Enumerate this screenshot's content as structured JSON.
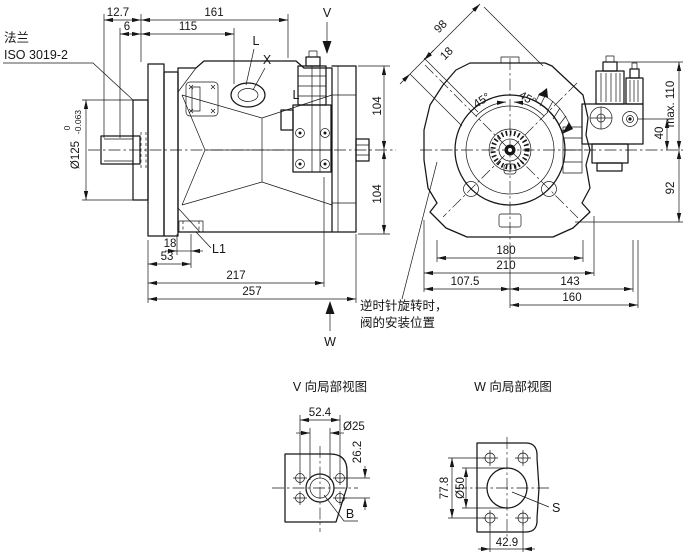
{
  "colors": {
    "ink": "#161616",
    "background": "#ffffff"
  },
  "side_view": {
    "flange_note": {
      "line1": "法兰",
      "line2": "ISO 3019-2"
    },
    "dims": {
      "d12_7": "12.7",
      "d161": "161",
      "d6": "6",
      "d115": "115",
      "dia125": "Ø125",
      "tol_hi": "0",
      "tol_lo": "-0.063",
      "d104_top": "104",
      "d104_bot": "104",
      "d18": "18",
      "d53": "53",
      "d217": "217",
      "d257": "257"
    },
    "labels": {
      "port_l_top": "L",
      "port_x": "X",
      "port_l_side": "L",
      "port_l1": "L1",
      "view_v": "V",
      "view_w": "W"
    }
  },
  "front_view": {
    "dims": {
      "d98": "98",
      "d18": "18",
      "angle_left": "45°",
      "angle_right": "45°",
      "max110": "max. 110",
      "d40": "40",
      "d92": "92",
      "d180": "180",
      "d210": "210",
      "d107_5": "107.5",
      "d143": "143",
      "d160": "160"
    }
  },
  "note": {
    "line1": "逆时针旋转时，",
    "line2": "阀的安装位置"
  },
  "detail_v": {
    "title": "V 向局部视图",
    "dims": {
      "d52_4": "52.4",
      "dia25": "Ø25",
      "d26_2": "26.2"
    },
    "labels": {
      "port_b": "B"
    }
  },
  "detail_w": {
    "title": "W 向局部视图",
    "dims": {
      "d77_8": "77.8",
      "dia50": "Ø50",
      "d42_9": "42.9"
    },
    "labels": {
      "port_s": "S"
    }
  }
}
